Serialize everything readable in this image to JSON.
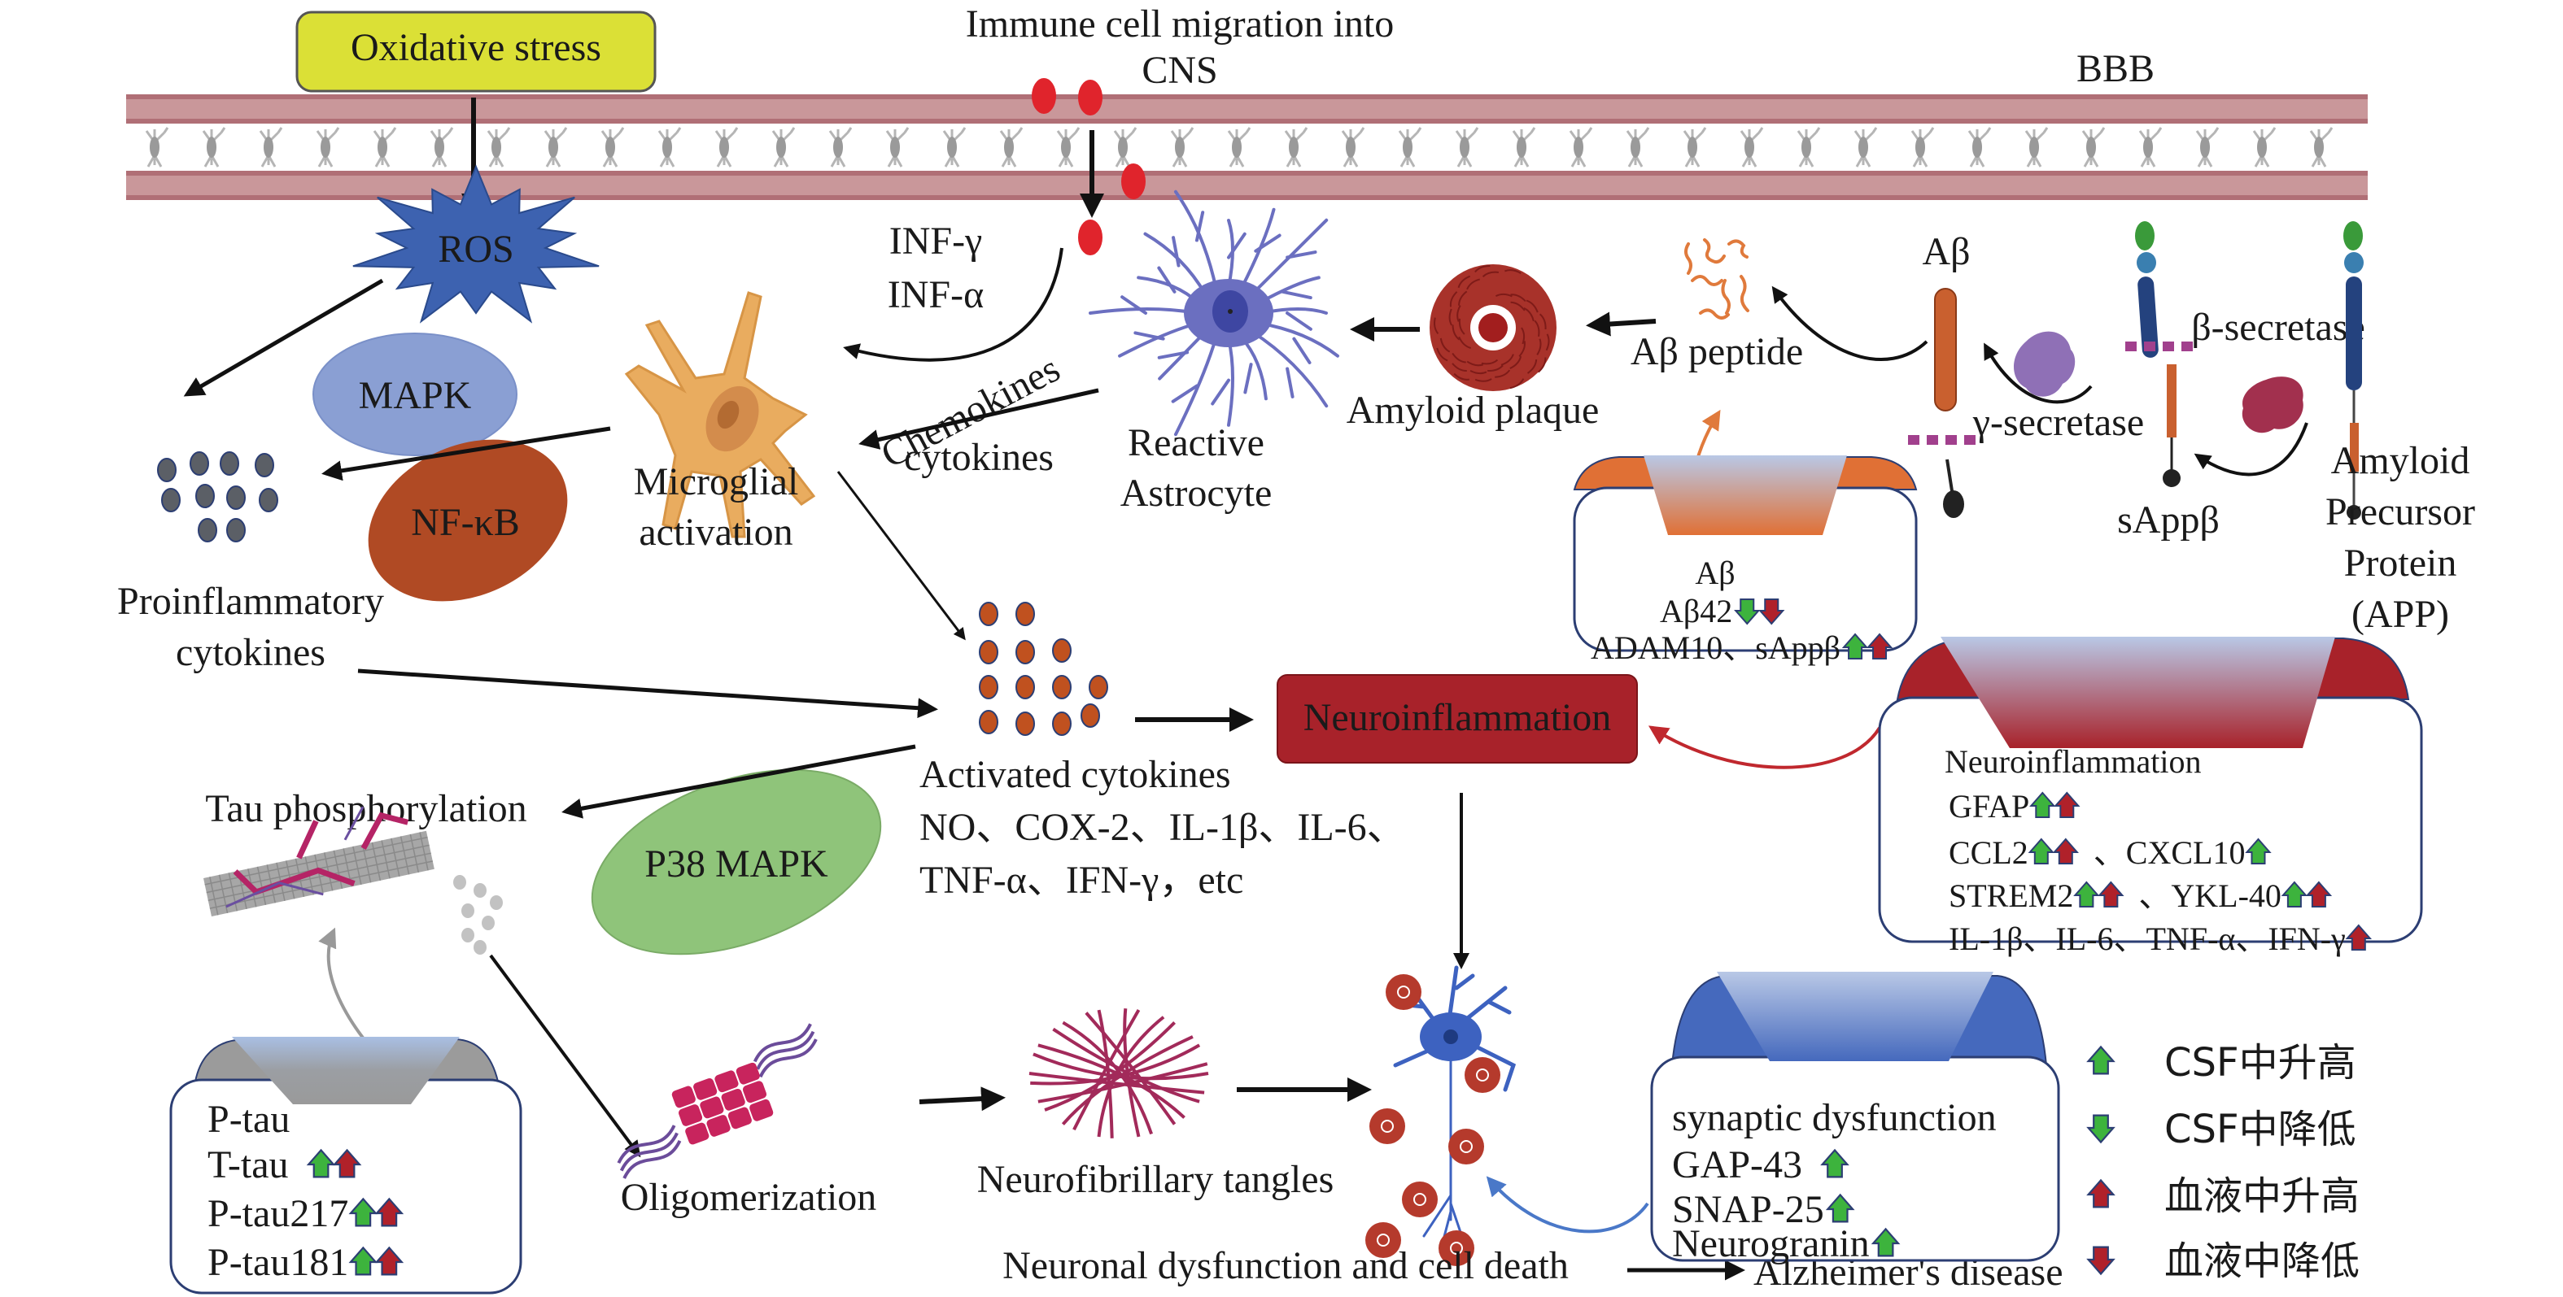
{
  "title": "Neuroinflammation pathway in Alzheimer's disease",
  "colors": {
    "bbb_band": "#c9979a",
    "bbb_band_edge": "#b06f76",
    "oxidative_box": "#dbe036",
    "ros_star": "#3d62b0",
    "mapk_ellipse": "#8a9fd3",
    "nfkb_ellipse": "#b04a24",
    "p38_ellipse": "#8fc47a",
    "neuroinflammation_box": "#a8222a",
    "immune_cell": "#e0242c",
    "microglia": "#e9ac5f",
    "astrocyte": "#6b6fc0",
    "plaque": "#a8322a",
    "abeta_peptide": "#e07a3c",
    "arrow_green": "#3db33d",
    "arrow_red": "#b0212a",
    "box_border": "#2c3e73"
  },
  "top": {
    "oxidative_stress": "Oxidative stress",
    "immune_migration_line1": "Immune cell  migration into",
    "immune_migration_line2": "CNS",
    "bbb": "BBB"
  },
  "left": {
    "ros": "ROS",
    "mapk": "MAPK",
    "nfkb": "NF-κB",
    "proinflammatory_line1": "Proinflammatory",
    "proinflammatory_line2": "cytokines",
    "microglial_line1": "Microglial",
    "microglial_line2": "activation",
    "inf_gamma": "INF-γ",
    "inf_alpha": "INF-α",
    "chemokines": "Chemokines",
    "cytokines": "cytokines"
  },
  "amyloid": {
    "reactive_line1": "Reactive",
    "reactive_line2": "Astrocyte",
    "amyloid_plaque": "Amyloid plaque",
    "abeta_peptide": "Aβ peptide",
    "abeta": "Aβ",
    "beta_secretase": "β-secretase",
    "gamma_secretase": "γ-secretase",
    "sappb": "sAppβ",
    "app_line1": "Amyloid",
    "app_line2": "Precursor",
    "app_line3": "Protein",
    "app_line4": "(APP)"
  },
  "abeta_box": {
    "title": "Aβ",
    "rows": [
      {
        "label": "Aβ42",
        "markers": [
          "csf_down",
          "blood_down"
        ]
      },
      {
        "label": "ADAM10、sAppβ",
        "markers": [
          "csf_up",
          "blood_up"
        ]
      }
    ]
  },
  "center": {
    "activated_line1": "Activated cytokines",
    "activated_line2": "NO、COX-2、IL-1β、IL-6、",
    "activated_line3": "TNF-α、IFN-γ，etc",
    "p38": "P38 MAPK",
    "neuroinflammation": "Neuroinflammation",
    "tau_phos": "Tau phosphorylation",
    "oligomerization": "Oligomerization",
    "nft": "Neurofibrillary tangles",
    "neuronal_death": "Neuronal dysfunction and cell death",
    "alzheimers": "Alzheimer's disease"
  },
  "neuro_box": {
    "title": "Neuroinflammation",
    "rows": [
      {
        "items": [
          {
            "label": "GFAP",
            "markers": [
              "csf_up",
              "blood_up"
            ]
          }
        ]
      },
      {
        "items": [
          {
            "label": "CCL2",
            "markers": [
              "csf_up",
              "blood_up"
            ]
          },
          {
            "label": "、CXCL10",
            "markers": [
              "csf_up"
            ]
          }
        ]
      },
      {
        "items": [
          {
            "label": "STREM2",
            "markers": [
              "csf_up",
              "blood_up"
            ]
          },
          {
            "label": "、YKL-40",
            "markers": [
              "csf_up",
              "blood_up"
            ]
          }
        ]
      },
      {
        "items": [
          {
            "label": "IL-1β、IL-6、TNF-α、IFN-γ",
            "markers": [
              "blood_up"
            ]
          }
        ]
      }
    ]
  },
  "tau_box": {
    "rows": [
      {
        "label": "P-tau",
        "markers": []
      },
      {
        "label": "T-tau",
        "markers": [
          "csf_up",
          "blood_up"
        ]
      },
      {
        "label": "P-tau217",
        "markers": [
          "csf_up",
          "blood_up"
        ]
      },
      {
        "label": "P-tau181",
        "markers": [
          "csf_up",
          "blood_up"
        ]
      }
    ]
  },
  "synaptic_box": {
    "rows": [
      {
        "label": "synaptic dysfunction",
        "markers": []
      },
      {
        "label": "GAP-43",
        "markers": [
          "csf_up"
        ]
      },
      {
        "label": "SNAP-25",
        "markers": [
          "csf_up"
        ]
      },
      {
        "label": "Neurogranin",
        "markers": [
          "csf_up"
        ]
      }
    ]
  },
  "legend": [
    {
      "marker": "csf_up",
      "label": "CSF中升高"
    },
    {
      "marker": "csf_down",
      "label": "CSF中降低"
    },
    {
      "marker": "blood_up",
      "label": "血液中升高"
    },
    {
      "marker": "blood_down",
      "label": "血液中降低"
    }
  ]
}
